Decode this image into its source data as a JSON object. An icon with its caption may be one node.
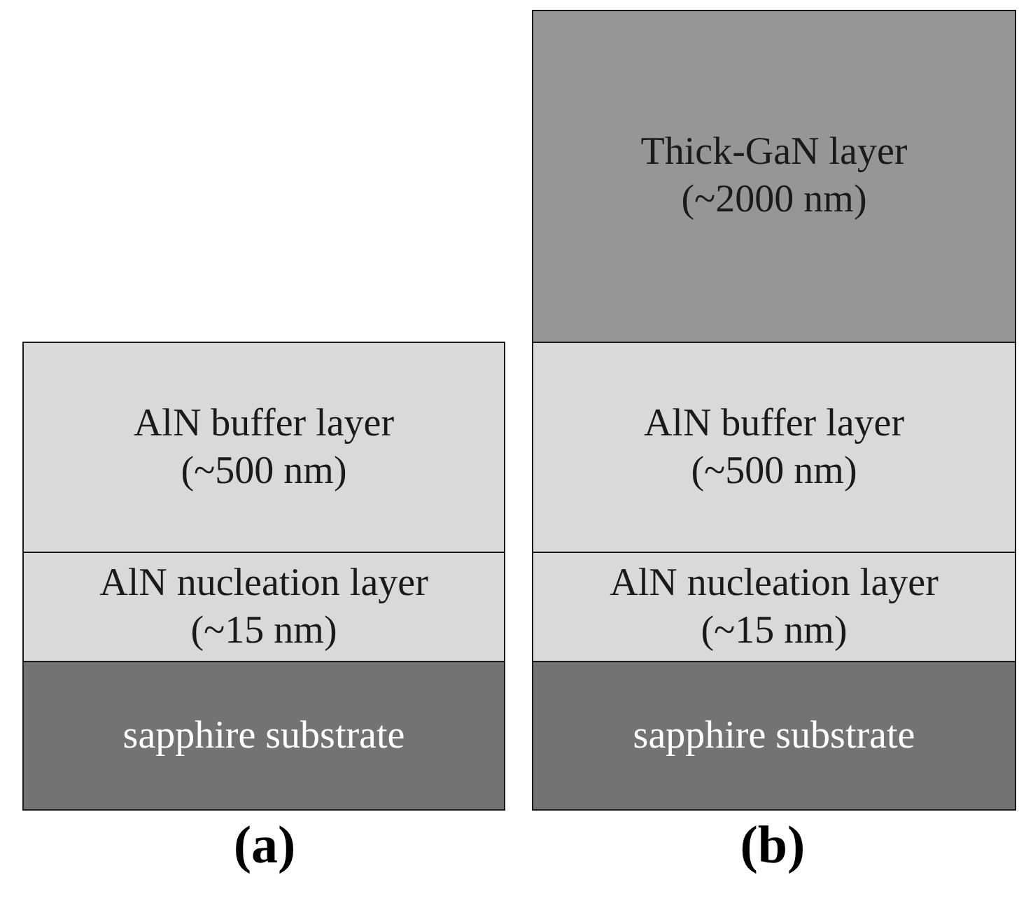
{
  "diagram": {
    "nodes": [
      {
        "text": [
          "AlN buffer layer",
          "(~500 nm)"
        ]
      },
      {
        "text": [
          "AlN nucleation layer",
          "(~15 nm)"
        ]
      },
      {
        "text": [
          "sapphire substrate"
        ]
      },
      {
        "text": [
          "Thick-GaN layer",
          "(~2000 nm)"
        ]
      },
      {
        "text": [
          "AlN buffer layer",
          "(~500 nm)"
        ]
      },
      {
        "text": [
          "AlN nucleation layer",
          "(~15 nm)"
        ]
      },
      {
        "text": [
          "sapphire substrate"
        ]
      }
    ],
    "labels": [
      "(a)",
      "(b)"
    ]
  }
}
